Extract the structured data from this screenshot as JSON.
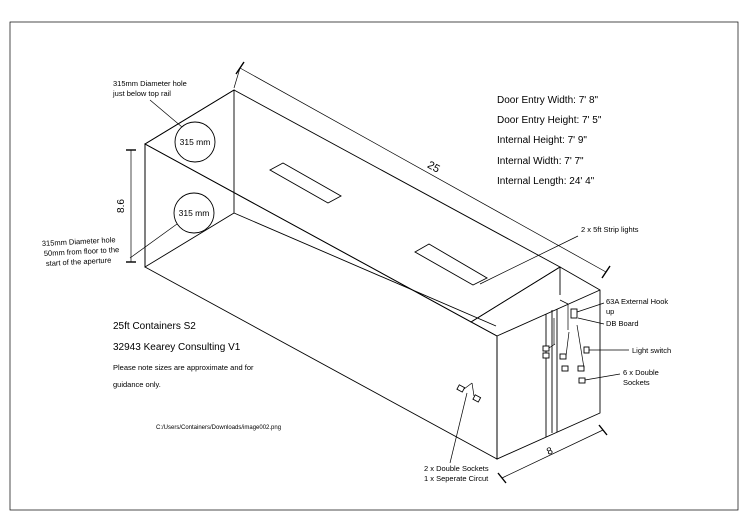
{
  "specs": [
    "Door Entry Width: 7' 8\"",
    "Door Entry Height: 7' 5\"",
    "Internal Height: 7' 9\"",
    "Internal Width: 7' 7\"",
    "Internal Length: 24' 4\""
  ],
  "dimensions": {
    "length": "25",
    "height": "8.6",
    "width": "8"
  },
  "holes": {
    "top_label": "315 mm",
    "bottom_label": "315 mm"
  },
  "notes": {
    "top_hole_line1": "315mm Diameter hole",
    "top_hole_line2": "just below top rail",
    "bottom_hole_line1": "315mm Diameter hole",
    "bottom_hole_line2": "50mm from floor to the",
    "bottom_hole_line3": "start of the aperture"
  },
  "callouts": {
    "strip_lights": "2 x 5ft Strip lights",
    "hook_up_line1": "63A External Hook",
    "hook_up_line2": "up",
    "db_board": "DB Board",
    "light_switch": "Light switch",
    "double_sockets_line1": "6 x Double",
    "double_sockets_line2": "Sockets",
    "circuit_line1": "2 x Double Sockets",
    "circuit_line2": "1 x Seperate Circut"
  },
  "title_block": {
    "title": "25ft Containers S2",
    "subtitle": "32943 Kearey Consulting V1",
    "note_line1": "Please note sizes are approximate and for",
    "note_line2": "guidance only.",
    "file_path": "C:/Users/Containers/Downloads/image002.png"
  }
}
